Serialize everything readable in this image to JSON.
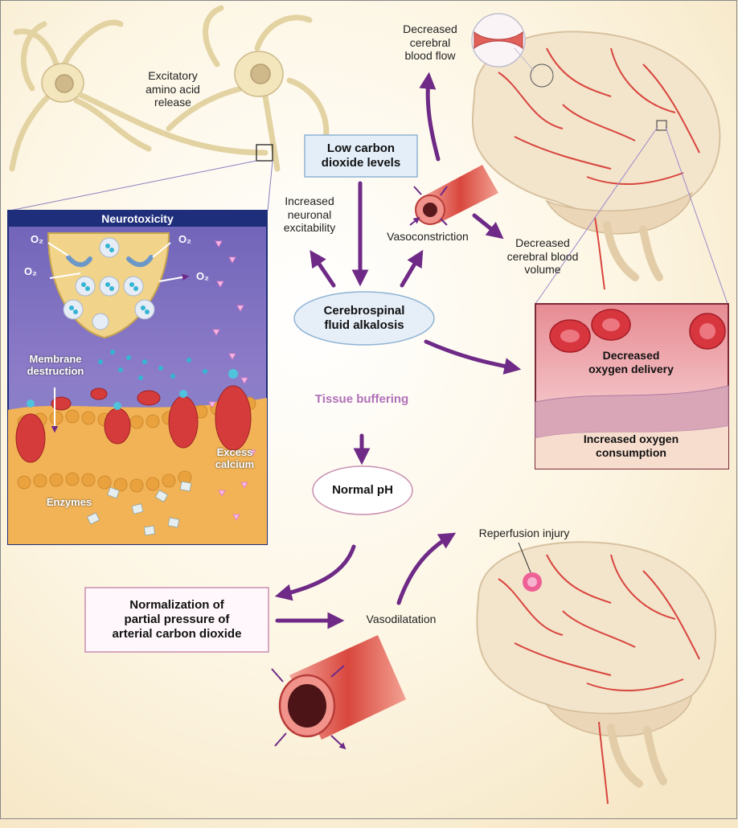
{
  "labels": {
    "excitatory": "Excitatory\namino acid\nrelease",
    "decreased_flow": "Decreased\ncerebral\nblood flow",
    "low_co2": "Low carbon\ndioxide levels",
    "increased_excitability": "Increased\nneuronal\nexcitability",
    "vasoconstriction": "Vasoconstriction",
    "decreased_volume": "Decreased\ncerebral blood\nvolume",
    "csf_alkalosis": "Cerebrospinal\nfluid alkalosis",
    "tissue_buffering": "Tissue buffering",
    "normal_ph": "Normal pH",
    "normalization": "Normalization of\npartial pressure of\narterial carbon dioxide",
    "vasodilatation": "Vasodilatation",
    "reperfusion": "Reperfusion  injury",
    "decreased_o2_delivery": "Decreased\noxygen delivery",
    "increased_o2_consumption": "Increased oxygen\nconsumption"
  },
  "inset": {
    "title": "Neurotoxicity",
    "membrane": "Membrane\ndestruction",
    "calcium": "Excess\ncalcium",
    "enzymes": "Enzymes",
    "o2": "O₂"
  },
  "colors": {
    "arrow": "#6e2a86",
    "box_bg": "#e3eef9",
    "box_border": "#8fb3d4",
    "ellipse_bg": "#e6eef8",
    "pink_border": "#c98fb0",
    "inset_title_bg": "#1f2e7a",
    "tissue_buffering": "#b070b8"
  }
}
